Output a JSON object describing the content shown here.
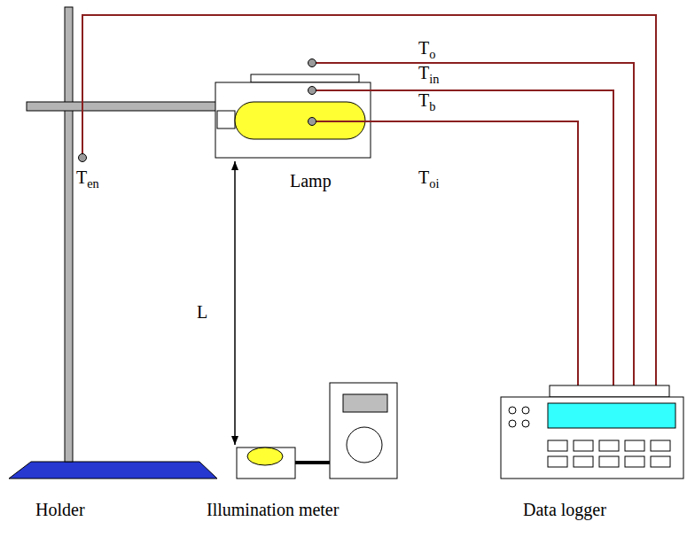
{
  "diagram": {
    "labels": [
      "To",
      "Tin",
      "Tb",
      "Lamp",
      "Toi",
      "Ten",
      "L",
      "Holder",
      "Illumination meter",
      "Data logger"
    ]
  }
}
